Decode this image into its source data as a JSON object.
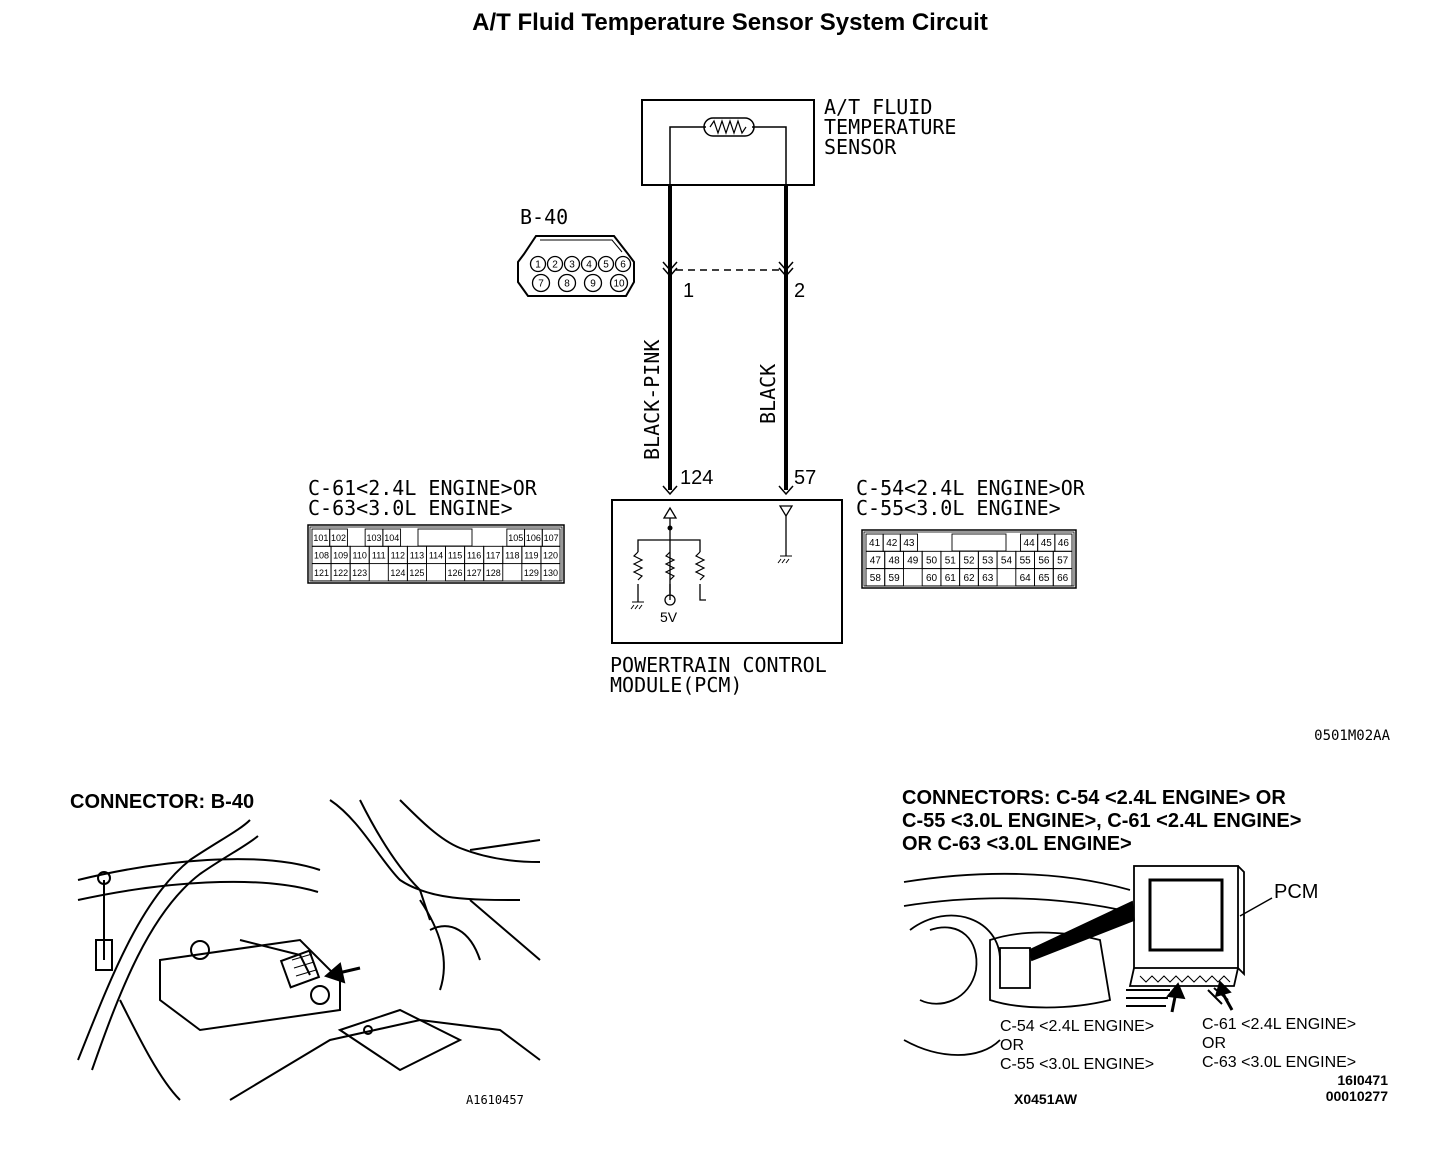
{
  "title": "A/T Fluid Temperature Sensor System Circuit",
  "sensor": {
    "line1": "A/T FLUID",
    "line2": "TEMPERATURE",
    "line3": "SENSOR"
  },
  "b40_connector": {
    "label": "B-40",
    "pins_top": [
      "1",
      "2",
      "3",
      "4",
      "5",
      "6"
    ],
    "pins_bottom": [
      "7",
      "8",
      "9",
      "10"
    ]
  },
  "wires": {
    "left": {
      "pin": "1",
      "color": "BLACK-PINK",
      "terminal": "124"
    },
    "right": {
      "pin": "2",
      "color": "BLACK",
      "terminal": "57"
    }
  },
  "left_connector": {
    "line1": "C-61<2.4L ENGINE>OR",
    "line2": "C-63<3.0L ENGINE>",
    "rows": [
      [
        "101",
        "102",
        "",
        "103",
        "104",
        "",
        "",
        "",
        "",
        "",
        "",
        "105",
        "106",
        "107"
      ],
      [
        "108",
        "109",
        "110",
        "111",
        "112",
        "113",
        "114",
        "115",
        "116",
        "117",
        "118",
        "119",
        "120"
      ],
      [
        "121",
        "122",
        "123",
        "",
        "124",
        "125",
        "",
        "126",
        "127",
        "128",
        "",
        "129",
        "130"
      ]
    ]
  },
  "right_connector": {
    "line1": "C-54<2.4L ENGINE>OR",
    "line2": "C-55<3.0L ENGINE>",
    "rows": [
      [
        "41",
        "42",
        "43",
        "",
        "",
        "",
        "",
        "",
        "",
        "44",
        "45",
        "46"
      ],
      [
        "47",
        "48",
        "49",
        "50",
        "51",
        "52",
        "53",
        "54",
        "55",
        "56",
        "57"
      ],
      [
        "58",
        "59",
        "",
        "60",
        "61",
        "62",
        "63",
        "",
        "64",
        "65",
        "66"
      ]
    ]
  },
  "pcm": {
    "voltage": "5V",
    "line1": "POWERTRAIN CONTROL",
    "line2": "MODULE(PCM)"
  },
  "diagram_code": "0501M02AA",
  "connector_b40_view": {
    "heading": "CONNECTOR: B-40",
    "code": "A1610457"
  },
  "connectors_view": {
    "heading_line1": "CONNECTORS: C-54 <2.4L ENGINE> OR",
    "heading_line2": "C-55 <3.0L ENGINE>,  C-61 <2.4L ENGINE>",
    "heading_line3": "OR C-63 <3.0L ENGINE>",
    "pcm_label": "PCM",
    "left_callout": [
      "C-54 <2.4L ENGINE>",
      "OR",
      "C-55 <3.0L ENGINE>"
    ],
    "right_callout": [
      "C-61 <2.4L ENGINE>",
      "OR",
      "C-63 <3.0L ENGINE>"
    ],
    "code_left": "X0451AW",
    "code_right_1": "16I0471",
    "code_right_2": "00010277"
  }
}
